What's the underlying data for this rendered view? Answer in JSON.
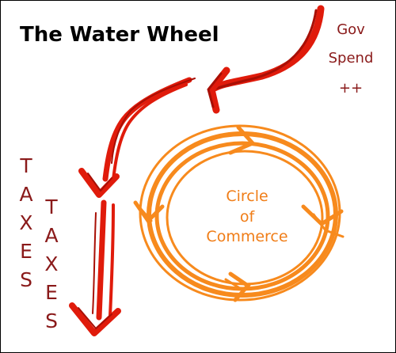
{
  "title": "The Water Wheel",
  "gov_label": {
    "line1": "Gov",
    "line2": "Spend",
    "line3": "++"
  },
  "circle_label": {
    "line1": "Circle",
    "line2": "of",
    "line3": "Commerce"
  },
  "taxes_left": "TAXES",
  "taxes_right": "TAXES",
  "colors": {
    "red_arrow": "#e01b0b",
    "red_dark": "#a80f05",
    "orange": "#f78a1d",
    "text_red": "#8a1a1a",
    "text_orange": "#f07d17"
  }
}
